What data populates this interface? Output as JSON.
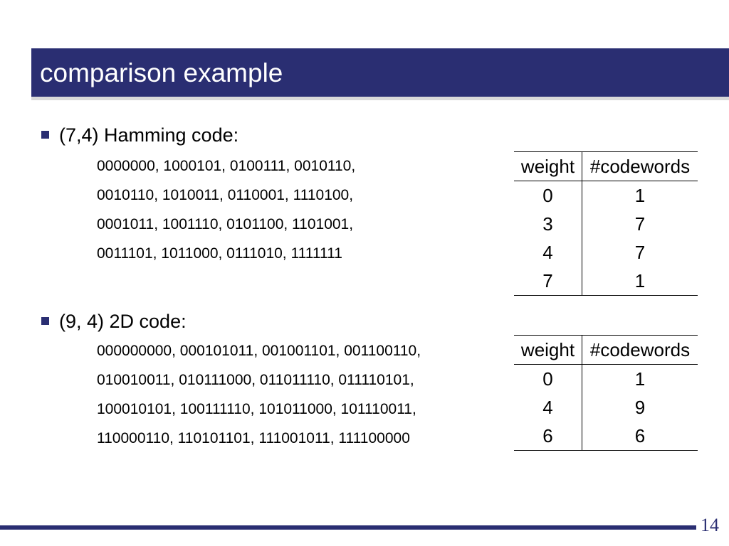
{
  "slide": {
    "title": "comparison example",
    "page_number": "14",
    "accent_color": "#2a2e72"
  },
  "hamming": {
    "heading": "(7,4) Hamming code:",
    "lines": [
      "0000000, 1000101, 0100111, 0010110,",
      "0010110, 1010011, 0110001, 1110100,",
      "0001011, 1001110, 0101100, 1101001,",
      "0011101, 1011000, 0111010, 1111111"
    ],
    "table": {
      "headers": [
        "weight",
        "#codewords"
      ],
      "rows": [
        [
          "0",
          "1"
        ],
        [
          "3",
          "7"
        ],
        [
          "4",
          "7"
        ],
        [
          "7",
          "1"
        ]
      ]
    }
  },
  "code2d": {
    "heading": "(9, 4) 2D code:",
    "lines": [
      "000000000, 000101011, 001001101, 001100110,",
      "010010011, 010111000, 011011110, 011110101,",
      "100010101, 100111110, 101011000, 101110011,",
      "110000110, 110101101, 111001011, 111100000"
    ],
    "table": {
      "headers": [
        "weight",
        "#codewords"
      ],
      "rows": [
        [
          "0",
          "1"
        ],
        [
          "4",
          "9"
        ],
        [
          "6",
          "6"
        ]
      ]
    }
  }
}
